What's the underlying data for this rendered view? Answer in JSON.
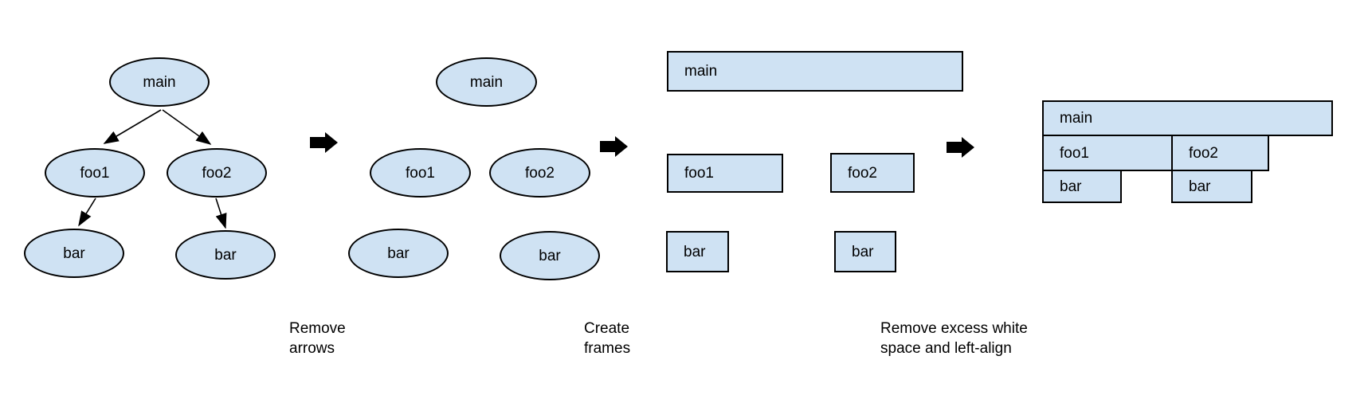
{
  "figure": {
    "background": "#ffffff",
    "node_fill": "#cfe2f3",
    "node_border": "#000000",
    "stages": [
      {
        "nodes": [
          "main",
          "foo1",
          "foo2",
          "bar",
          "bar"
        ]
      },
      {
        "nodes": [
          "main",
          "foo1",
          "foo2",
          "bar",
          "bar"
        ]
      },
      {
        "nodes": [
          "main",
          "foo1",
          "foo2",
          "bar",
          "bar"
        ]
      },
      {
        "nodes": [
          "main",
          "foo1",
          "foo2",
          "bar",
          "bar"
        ]
      }
    ],
    "captions": [
      "Remove\narrows",
      "Create\nframes",
      "Remove excess white\nspace and left-align"
    ]
  }
}
